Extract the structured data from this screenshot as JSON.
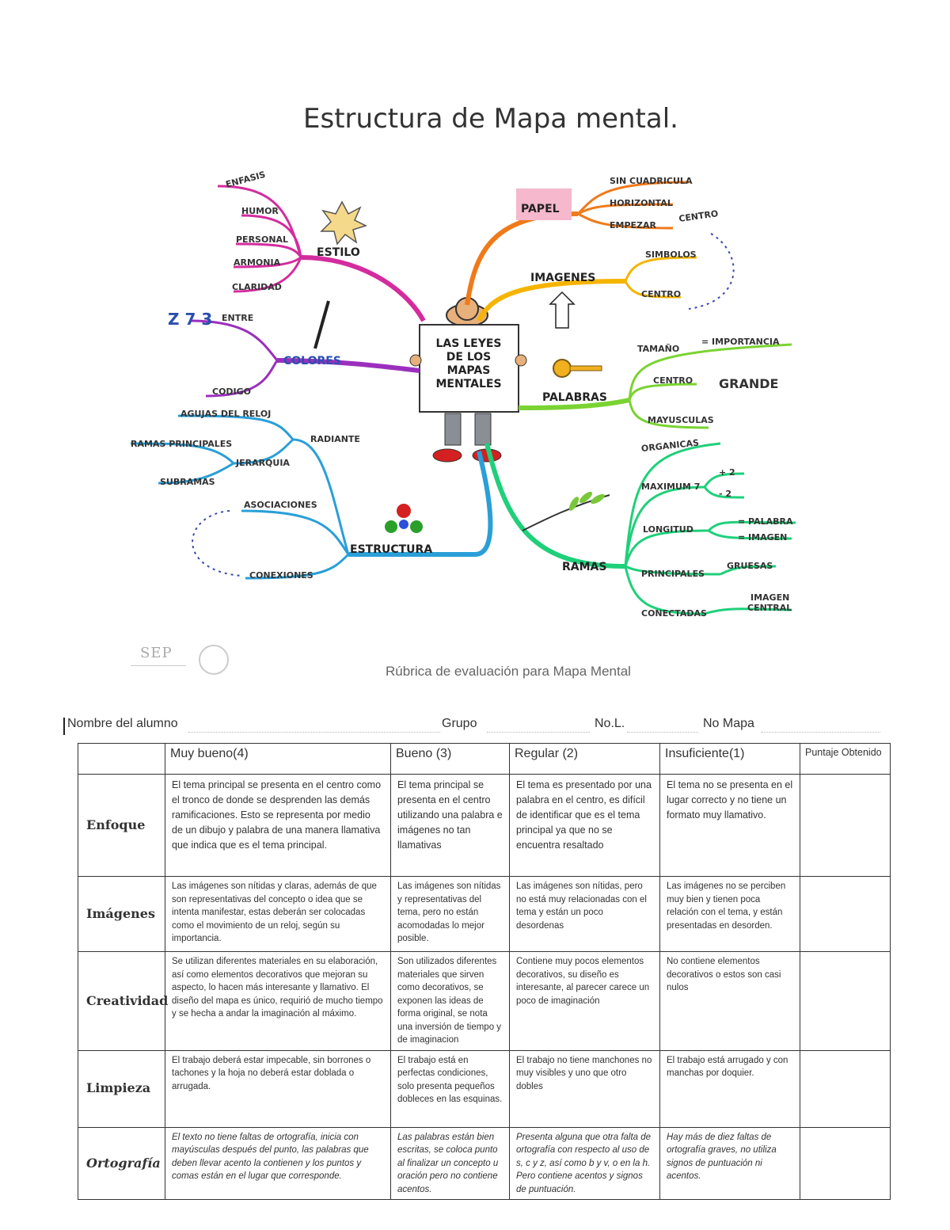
{
  "title": "Estructura de Mapa mental.",
  "mindmap": {
    "center": [
      "LAS LEYES",
      "DE LOS",
      "MAPAS",
      "MENTALES"
    ],
    "estilo": {
      "label": "ESTILO",
      "items": [
        "ENFASIS",
        "HUMOR",
        "PERSONAL",
        "ARMONIA",
        "CLARIDAD"
      ]
    },
    "colores": {
      "label": "COLORES",
      "items": [
        "ENTRE",
        "CODIGO"
      ],
      "glyph": "Z 7 3"
    },
    "estructura": {
      "label": "ESTRUCTURA",
      "items": [
        "AGUJAS DEL RELOJ",
        "RADIANTE",
        "RAMAS PRINCIPALES",
        "JERARQUIA",
        "SUBRAMAS",
        "ASOCIACIONES",
        "CONEXIONES"
      ]
    },
    "papel": {
      "label": "PAPEL",
      "items": [
        "SIN CUADRICULA",
        "HORIZONTAL",
        "EMPEZAR",
        "CENTRO"
      ]
    },
    "imagenes": {
      "label": "IMAGENES",
      "items": [
        "SIMBOLOS",
        "CENTRO"
      ]
    },
    "palabras": {
      "label": "PALABRAS",
      "items": [
        "TAMAÑO",
        "= IMPORTANCIA",
        "CENTRO",
        "GRANDE",
        "MAYUSCULAS"
      ]
    },
    "ramas": {
      "label": "RAMAS",
      "items": [
        "ORGANICAS",
        "MAXIMUM 7",
        "+ 2",
        "- 2",
        "LONGITUD",
        "= PALABRA",
        "= IMAGEN",
        "PRINCIPALES",
        "GRUESAS",
        "CONECTADAS",
        "IMAGEN",
        "CENTRAL"
      ]
    },
    "colors": {
      "estilo": "#d42c9e",
      "colores": "#9b2fbd",
      "estructura": "#2a9fd8",
      "papel": "#f07a1a",
      "imagenes": "#f5b400",
      "palabras": "#7ad332",
      "ramas": "#1fd07a",
      "center_box": "#ffffff"
    }
  },
  "logo": {
    "sep": "SEP"
  },
  "rubric_title": "Rúbrica de evaluación  para Mapa Mental",
  "student": {
    "name_label": "Nombre del alumno",
    "group_label": "Grupo",
    "nol_label": "No.L.",
    "map_label": "No Mapa"
  },
  "table": {
    "headers": [
      "Muy bueno(4)",
      "Bueno (3)",
      "Regular (2)",
      "Insuficiente(1)",
      "Puntaje Obtenido"
    ],
    "rows": [
      {
        "criterion": "Enfoque",
        "cells": [
          "El tema principal se presenta en el centro como el tronco de donde se desprenden las demás ramificaciones. Esto se representa por medio de un dibujo y palabra de una manera llamativa que indica que es el tema principal.",
          "El tema principal se presenta en el centro utilizando una palabra e imágenes no tan llamativas",
          "El tema es presentado por una palabra en el centro, es difícil de identificar que es el tema principal ya que no se encuentra resaltado",
          "El tema no se presenta en el lugar correcto y no tiene un formato muy llamativo.",
          ""
        ]
      },
      {
        "criterion": "Imágenes",
        "cells": [
          "Las imágenes son nítidas y claras, además de que son representativas del concepto o idea que se intenta manifestar, estas deberán ser colocadas como el movimiento de un reloj, según su importancia.",
          "Las imágenes son nítidas y representativas del tema, pero no están acomodadas lo mejor posible.",
          "Las imágenes son nítidas, pero no está muy relacionadas con el tema y están un poco desordenas",
          "Las imágenes no se perciben muy bien y tienen poca relación con el tema, y están presentadas en desorden.",
          ""
        ]
      },
      {
        "criterion": "Creatividad",
        "cells": [
          "Se utilizan diferentes materiales en su elaboración, así como elementos decorativos que mejoran su aspecto, lo hacen más interesante y llamativo. El diseño del mapa es único, requirió de mucho tiempo y se hecha a andar la imaginación al máximo.",
          "Son utilizados diferentes materiales que sirven como decorativos, se exponen las ideas de forma original, se nota una inversión de tiempo y de imaginacion",
          "Contiene muy pocos elementos decorativos, su diseño es interesante, al parecer carece un poco de imaginación",
          "No contiene elementos decorativos o estos son casi nulos",
          ""
        ]
      },
      {
        "criterion": "Limpieza",
        "cells": [
          "El trabajo deberá estar impecable, sin borrones o tachones y la hoja no deberá estar doblada o arrugada.",
          "El trabajo está en perfectas condiciones, solo presenta pequeños dobleces en las esquinas.",
          "El trabajo no tiene manchones no muy visibles y uno que otro dobles",
          "El trabajo está arrugado y con manchas por doquier.",
          ""
        ]
      },
      {
        "criterion": "Ortografía",
        "cells": [
          "El texto no tiene faltas de ortografía, inicia con mayúsculas después del punto, las palabras que deben llevar acento la contienen y los puntos y comas están en el lugar que corresponde.",
          "Las palabras están bien escritas, se coloca punto al finalizar un concepto u oración pero no contiene acentos.",
          "Presenta alguna que otra falta de ortografía con respecto al uso de s, c y z, así como b y v, o en la h. Pero contiene acentos y signos de puntuación.",
          "Hay más de diez faltas de ortografía graves, no utiliza signos de puntuación ni acentos.",
          ""
        ]
      }
    ]
  }
}
